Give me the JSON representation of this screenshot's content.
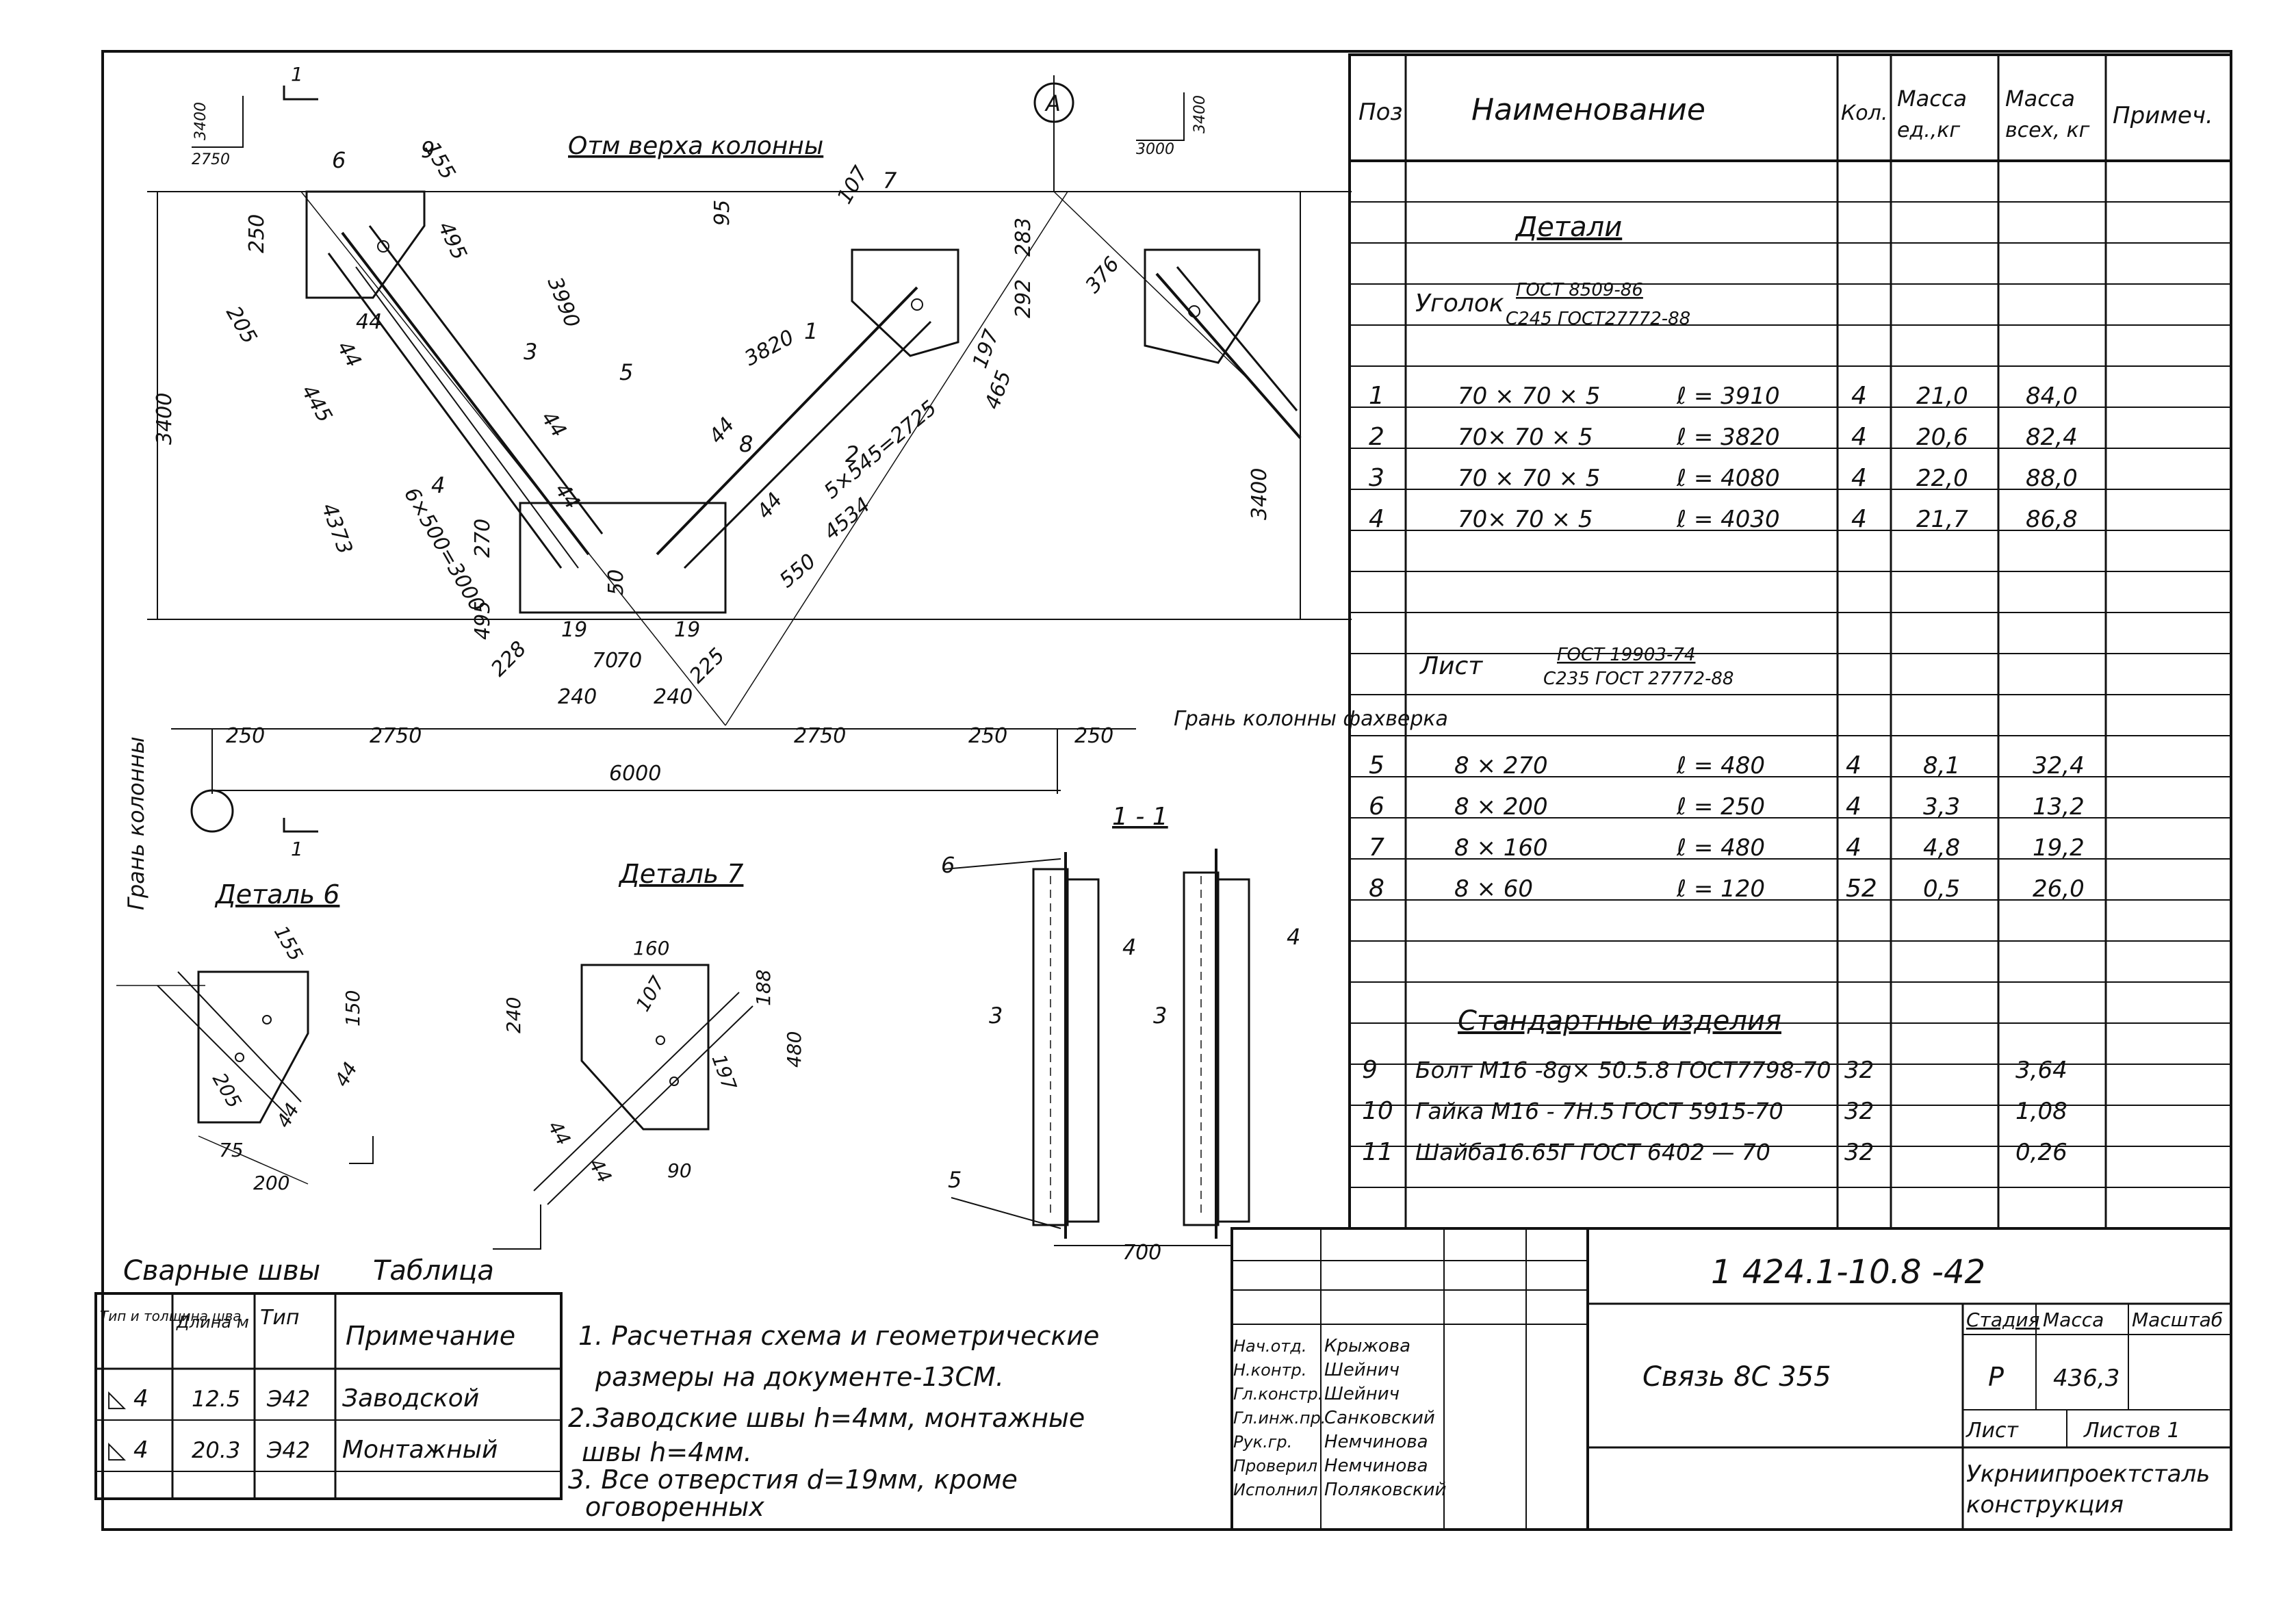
{
  "sheet": {
    "designation": "1 424.1-10.8 -42",
    "title": "Связь  8С 355",
    "stage_label": "Стадия",
    "mass_label": "Масса",
    "scale_label": "Масштаб",
    "stage": "Р",
    "mass": "436,3",
    "sheet_label": "Лист",
    "sheets_label": "Листов 1",
    "organization": [
      "Укрниипроектсталь",
      "конструкция"
    ],
    "signatures": [
      {
        "role": "Нач.отд.",
        "name": "Крыжова"
      },
      {
        "role": "Н.контр.",
        "name": "Шейнич"
      },
      {
        "role": "Гл.констр.",
        "name": "Шейнич"
      },
      {
        "role": "Гл.инж.пр.",
        "name": "Санковский"
      },
      {
        "role": "Рук.гр.",
        "name": "Немчинова"
      },
      {
        "role": "Проверил",
        "name": "Немчинова"
      },
      {
        "role": "Исполнил",
        "name": "Поляковский"
      }
    ]
  },
  "spec_table": {
    "headers": [
      "Поз",
      "Наименование",
      "Кол.",
      "Масса ед., кг",
      "Масса всех, кг",
      "Примеч."
    ],
    "section_details": "Детали",
    "angle_title": "Уголок",
    "angle_std_top": "ГОСТ 8509-86",
    "angle_std_bottom": "С245 ГОСТ27772-88",
    "angle_rows": [
      {
        "pos": "1",
        "section": "70 × 70 × 5",
        "length": "ℓ = 3910",
        "qty": "4",
        "unit_mass": "21,0",
        "total_mass": "84,0"
      },
      {
        "pos": "2",
        "section": "70× 70 × 5",
        "length": "ℓ = 3820",
        "qty": "4",
        "unit_mass": "20,6",
        "total_mass": "82,4"
      },
      {
        "pos": "3",
        "section": "70 × 70 × 5",
        "length": "ℓ = 4080",
        "qty": "4",
        "unit_mass": "22,0",
        "total_mass": "88,0"
      },
      {
        "pos": "4",
        "section": "70× 70 × 5",
        "length": "ℓ = 4030",
        "qty": "4",
        "unit_mass": "21,7",
        "total_mass": "86,8"
      }
    ],
    "sheet_title": "Лист",
    "sheet_std_top": "ГОСТ 19903-74",
    "sheet_std_bottom": "С235 ГОСТ 27772-88",
    "sheet_rows": [
      {
        "pos": "5",
        "section": "8 × 270",
        "length": "ℓ = 480",
        "qty": "4",
        "unit_mass": "8,1",
        "total_mass": "32,4"
      },
      {
        "pos": "6",
        "section": "8 × 200",
        "length": "ℓ = 250",
        "qty": "4",
        "unit_mass": "3,3",
        "total_mass": "13,2"
      },
      {
        "pos": "7",
        "section": "8 × 160",
        "length": "ℓ = 480",
        "qty": "4",
        "unit_mass": "4,8",
        "total_mass": "19,2"
      },
      {
        "pos": "8",
        "section": "8 × 60",
        "length": "ℓ = 120",
        "qty": "52",
        "unit_mass": "0,5",
        "total_mass": "26,0"
      }
    ],
    "section_standard": "Стандартные изделия",
    "standard_rows": [
      {
        "pos": "9",
        "name": "Болт М16 -8g× 50.5.8 ГОСТ7798-70",
        "qty": "32",
        "total_mass": "3,64"
      },
      {
        "pos": "10",
        "name": "Гайка М16 - 7Н.5 ГОСТ 5915-70",
        "qty": "32",
        "total_mass": "1,08"
      },
      {
        "pos": "11",
        "name": "Шайба16.65Г ГОСТ 6402 — 70",
        "qty": "32",
        "total_mass": "0,26"
      }
    ]
  },
  "weld_table": {
    "caption_left": "Сварные швы",
    "caption_right": "Таблица",
    "headers": [
      "Тип и толщина шва",
      "Длина м",
      "Тип",
      "Примечание"
    ],
    "rows": [
      {
        "type": "◺ 4",
        "length": "12.5",
        "electrode": "Э42",
        "note": "Заводской"
      },
      {
        "type": "◺ 4",
        "length": "20.3",
        "electrode": "Э42",
        "note": "Монтажный"
      }
    ]
  },
  "notes": [
    "1. Расчетная схема и геометрические",
    "размеры на документе-13СМ.",
    "2.Заводские швы h=4мм, монтажные",
    "швы h=4мм.",
    "3. Все отверстия d=19мм, кроме",
    "оговоренных"
  ],
  "drawing_labels": {
    "top_of_column": "Отм верха колонны",
    "section_mark": "1",
    "section_title": "1 - 1",
    "detail6_title": "Деталь 6",
    "detail7_title": "Деталь 7",
    "column_face": "Грань колонны",
    "column_face_2": "Грань колонны фахверка",
    "axis_mark": "А",
    "slope_a_top": "3400",
    "slope_a_bottom": "2750",
    "slope_b_top": "3400",
    "slope_b_bottom": "3000",
    "dims_main": [
      "250",
      "2750",
      "2750",
      "250",
      "250",
      "6000",
      "3400",
      "3400",
      "95",
      "3820",
      "3990",
      "4373",
      "4534",
      "6×500=3000",
      "5×545=2725",
      "550",
      "465",
      "495",
      "445",
      "205",
      "250",
      "155",
      "107",
      "283",
      "292",
      "197",
      "376",
      "270",
      "495",
      "228",
      "225",
      "240",
      "240",
      "70",
      "70",
      "19",
      "19",
      "50",
      "44",
      "44",
      "44",
      "44",
      "44",
      "44"
    ],
    "dims_detail6": [
      "155",
      "150",
      "205",
      "44",
      "44",
      "75",
      "200"
    ],
    "dims_detail7": [
      "160",
      "240",
      "188",
      "107",
      "197",
      "480",
      "44",
      "44",
      "90"
    ],
    "dims_section": [
      "700"
    ],
    "positions": [
      "1",
      "2",
      "3",
      "4",
      "5",
      "6",
      "7",
      "8",
      "9"
    ]
  }
}
